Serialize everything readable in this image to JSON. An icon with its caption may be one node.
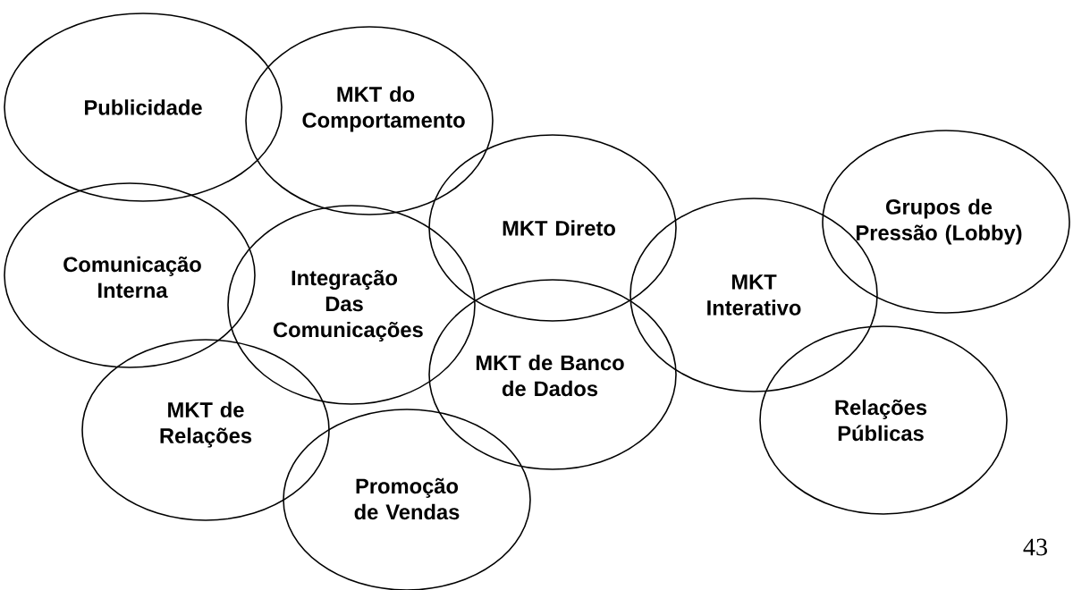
{
  "diagram": {
    "nodes": [
      {
        "text": [
          "Publicidade"
        ]
      },
      {
        "text": [
          "MKT do Comportamento"
        ]
      },
      {
        "text": [
          "MKT Direto"
        ]
      },
      {
        "text": [
          "Grupos de Pressão (Lobby)"
        ]
      },
      {
        "text": [
          "Comunicação Interna"
        ]
      },
      {
        "text": [
          "Integração Das Comunicações"
        ]
      },
      {
        "text": [
          "MKT Interativo"
        ]
      },
      {
        "text": [
          "MKT de Banco de Dados"
        ]
      },
      {
        "text": [
          "MKT de Relações"
        ]
      },
      {
        "text": [
          "Relações Públicas"
        ]
      },
      {
        "text": [
          "Promoção de Vendas"
        ]
      }
    ],
    "labels": [
      "43"
    ]
  }
}
